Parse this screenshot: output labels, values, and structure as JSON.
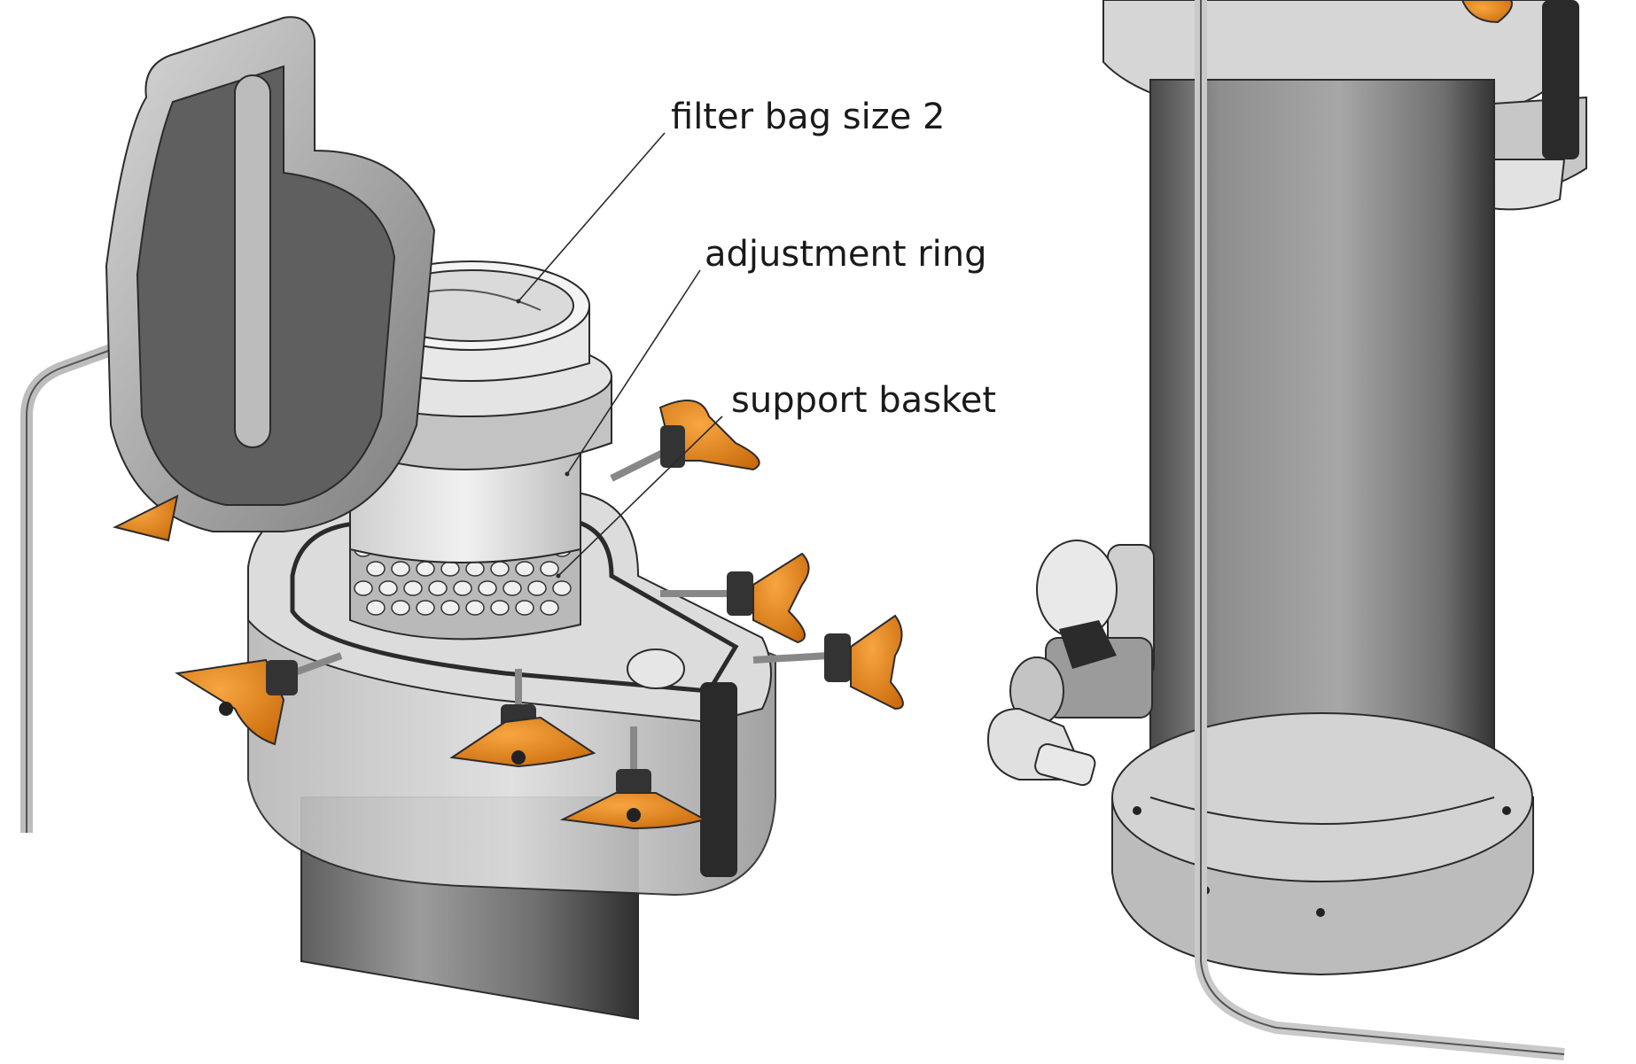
{
  "labels": {
    "filter_bag": "filter bag size 2",
    "adjustment_ring": "adjustment ring",
    "support_basket": "support basket"
  },
  "colors": {
    "handle_orange": "#e98a1c",
    "housing_grey": "#c9c9c9",
    "dark_grey": "#4a4a4a",
    "tube_mid": "#8a8a8a"
  }
}
